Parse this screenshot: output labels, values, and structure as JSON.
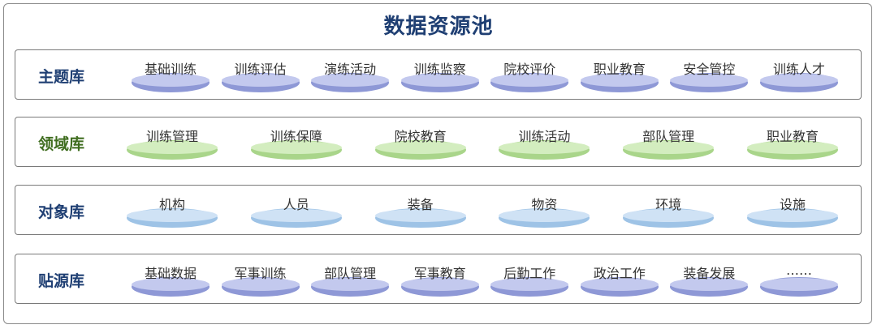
{
  "title": "数据资源池",
  "rows": [
    {
      "label": "主题库",
      "label_color": "#1f3f73",
      "disk_side": "#8e98d6",
      "disk_top": "#c3c9ee",
      "items": [
        "基础训练",
        "训练评估",
        "演练活动",
        "训练监察",
        "院校评价",
        "职业教育",
        "安全管控",
        "训练人才"
      ]
    },
    {
      "label": "领域库",
      "label_color": "#3f6d1f",
      "disk_side": "#a9d58a",
      "disk_top": "#d3edbf",
      "items": [
        "训练管理",
        "训练保障",
        "院校教育",
        "训练活动",
        "部队管理",
        "职业教育"
      ]
    },
    {
      "label": "对象库",
      "label_color": "#1f3f73",
      "disk_side": "#9ec3e6",
      "disk_top": "#cfe2f5",
      "items": [
        "机构",
        "人员",
        "装备",
        "物资",
        "环境",
        "设施"
      ]
    },
    {
      "label": "贴源库",
      "label_color": "#1f3f73",
      "disk_side": "#8e98d6",
      "disk_top": "#c3c9ee",
      "items": [
        "基础数据",
        "军事训练",
        "部队管理",
        "军事教育",
        "后勤工作",
        "政治工作",
        "装备发展",
        "……"
      ]
    }
  ]
}
